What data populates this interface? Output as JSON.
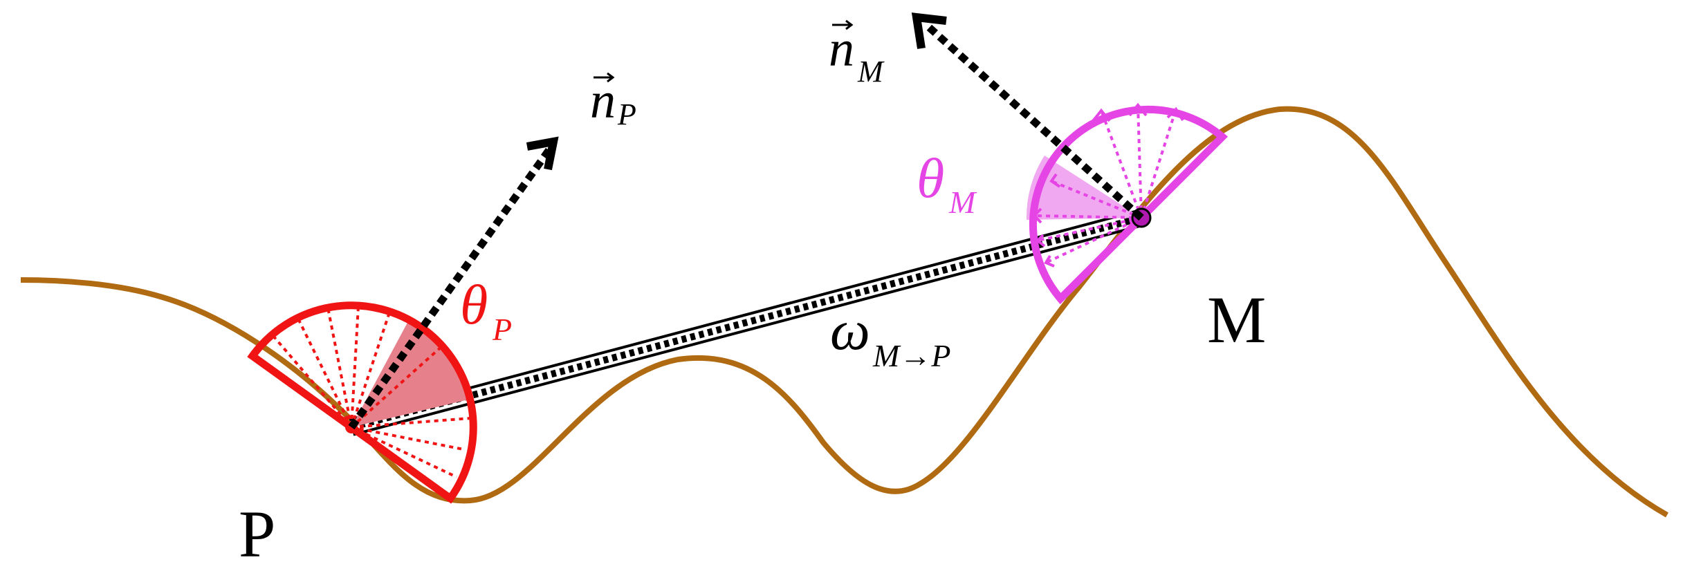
{
  "points": {
    "p": "P",
    "m": "M"
  },
  "vectors": {
    "n_p": {
      "symbol": "n",
      "subscript": "P"
    },
    "n_m": {
      "symbol": "n",
      "subscript": "M"
    }
  },
  "angles": {
    "theta_p": {
      "symbol": "θ",
      "subscript": "P"
    },
    "theta_m": {
      "symbol": "θ",
      "subscript": "M"
    }
  },
  "ray": {
    "symbol": "ω",
    "subscript": "M→P"
  },
  "colors": {
    "surface": "#b06a12",
    "p_hemisphere": "#f01414",
    "p_cone_fill": "#e6808a",
    "m_hemisphere": "#e645e6",
    "m_cone_fill": "#f0a8f0",
    "ink": "#000000"
  }
}
